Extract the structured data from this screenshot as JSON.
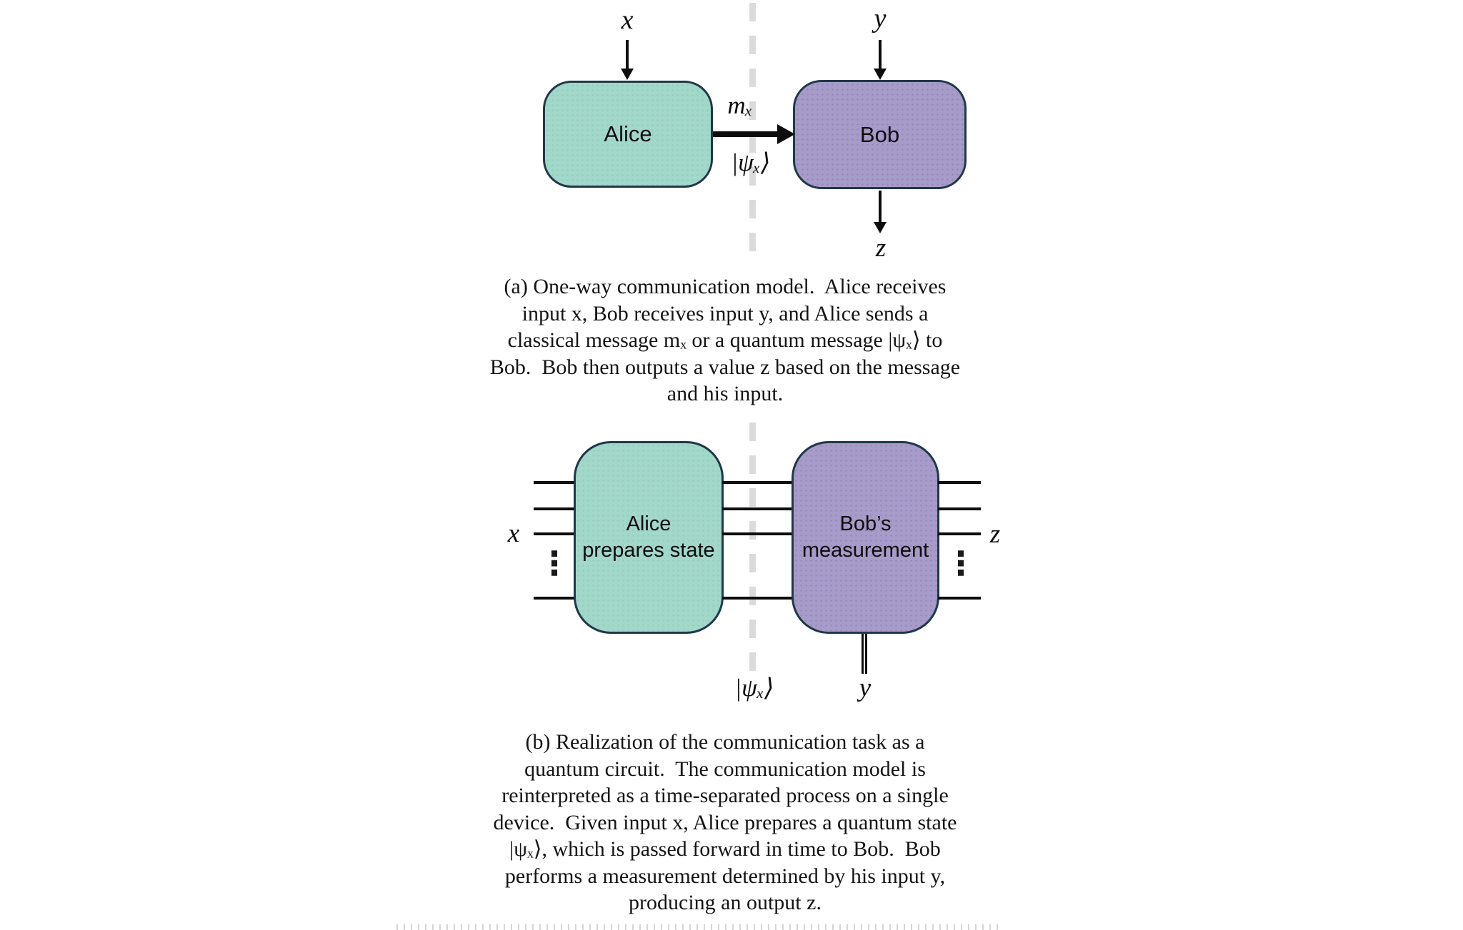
{
  "figure": {
    "colors": {
      "alice_fill": "#a2d8c9",
      "bob_fill": "#a79bc9",
      "box_border": "#203848",
      "dashed_separator": "#dbdbdb",
      "line_black": "#0d0d0d",
      "text": "#141414"
    },
    "diagram_a": {
      "input_x_label": "x",
      "input_y_label": "y",
      "output_z_label": "z",
      "alice_label": "Alice",
      "bob_label": "Bob",
      "classical_message_label": "mₓ",
      "quantum_message_label": "|ψₓ⟩"
    },
    "diagram_b": {
      "input_x_label": "x",
      "input_y_label": "y",
      "output_z_label": "z",
      "alice_label_line1": "Alice",
      "alice_label_line2": "prepares state",
      "bob_label_line1": "Bob’s",
      "bob_label_line2": "measurement",
      "quantum_state_label": "|ψₓ⟩",
      "ellipsis": "⋮"
    },
    "caption_a": {
      "lines": [
        "(a) One-way communication model.  Alice receives",
        "input x, Bob receives input y, and Alice sends a",
        "classical message mₓ or a quantum message |ψₓ⟩ to",
        "Bob.  Bob then outputs a value z based on the message",
        "and his input."
      ]
    },
    "caption_b": {
      "lines": [
        "(b) Realization of the communication task as a",
        "quantum circuit.  The communication model is",
        "reinterpreted as a time-separated process on a single",
        "device.  Given input x, Alice prepares a quantum state",
        "|ψₓ⟩, which is passed forward in time to Bob.  Bob",
        "performs a measurement determined by his input y,",
        "producing an output z."
      ]
    }
  }
}
